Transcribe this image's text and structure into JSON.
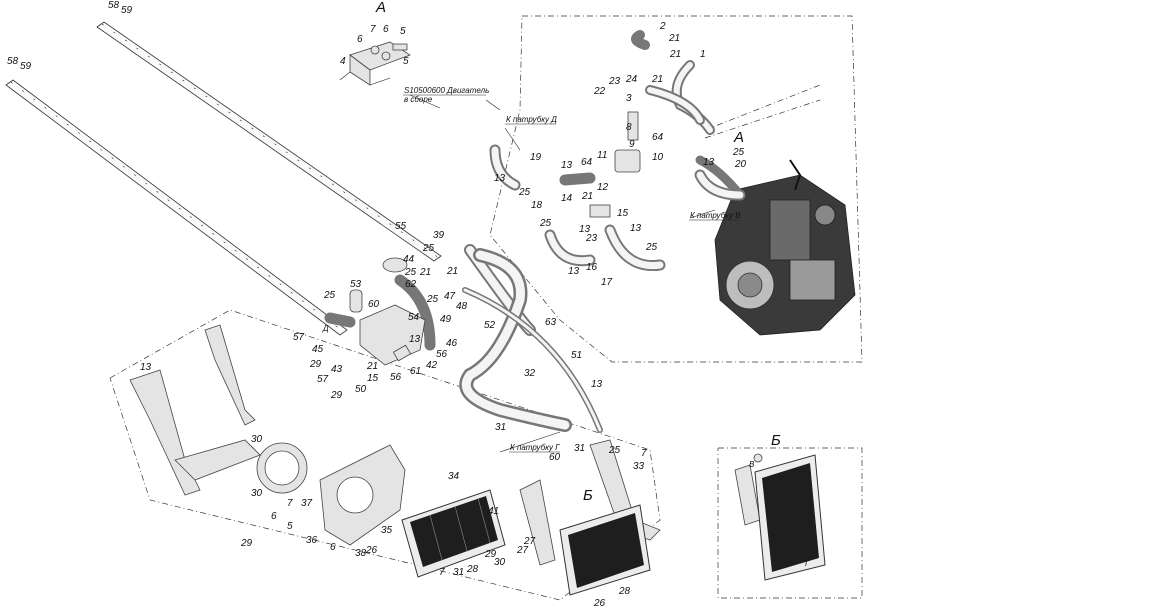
{
  "view_letters": {
    "a_top": "А",
    "a_engine": "А",
    "b_inset": "Б",
    "b_radiator": "Б"
  },
  "engine_note_line1": "S10500600 Двигатель",
  "engine_note_line2": "в сборе",
  "notes": {
    "to_pipe_d": "К патрубку Д",
    "to_pipe_v": "К патрубку В",
    "to_pipe_g": "К патрубку Г"
  },
  "letter_marks": {
    "d": "Д",
    "v": "В",
    "g": "Г"
  },
  "callouts": [
    "58",
    "59",
    "58",
    "59",
    "7",
    "6",
    "6",
    "5",
    "4",
    "5",
    "2",
    "21",
    "21",
    "1",
    "23",
    "24",
    "22",
    "3",
    "21",
    "8",
    "64",
    "9",
    "11",
    "10",
    "13",
    "25",
    "20",
    "13",
    "19",
    "13",
    "64",
    "12",
    "25",
    "18",
    "14",
    "21",
    "25",
    "15",
    "13",
    "13",
    "23",
    "16",
    "25",
    "13",
    "17",
    "55",
    "39",
    "25",
    "44",
    "25",
    "21",
    "21",
    "62",
    "25",
    "47",
    "48",
    "53",
    "25",
    "60",
    "49",
    "52",
    "63",
    "54",
    "57",
    "45",
    "13",
    "46",
    "56",
    "29",
    "43",
    "21",
    "42",
    "15",
    "61",
    "56",
    "57",
    "29",
    "50",
    "51",
    "32",
    "13",
    "13",
    "31",
    "25",
    "60",
    "31",
    "30",
    "7",
    "33",
    "34",
    "41",
    "30",
    "6",
    "7",
    "37",
    "5",
    "35",
    "36",
    "6",
    "38",
    "26",
    "29",
    "27",
    "27",
    "29",
    "30",
    "7",
    "31",
    "28",
    "28",
    "26"
  ]
}
